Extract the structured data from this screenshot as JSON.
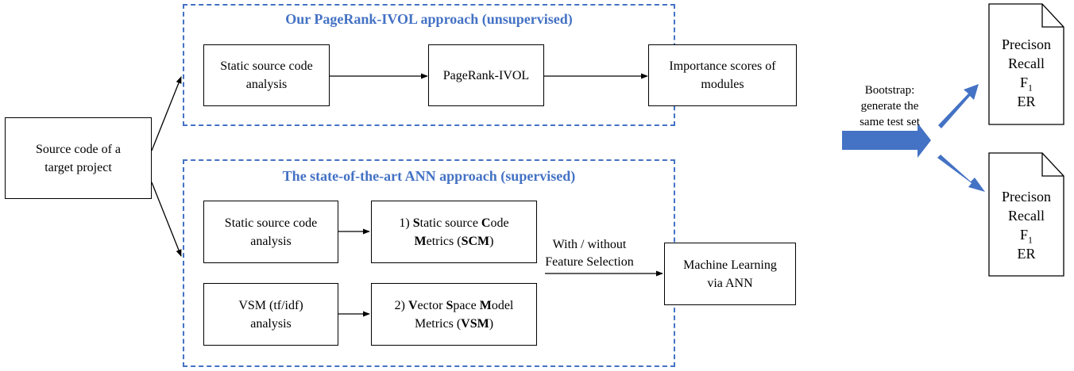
{
  "source_box": {
    "line1": "Source code of a",
    "line2": "target project"
  },
  "top_group": {
    "title": "Our PageRank-IVOL approach (unsupervised)",
    "boxes": {
      "analysis": {
        "line1": "Static source code",
        "line2": "analysis"
      },
      "pagerank": {
        "text": "PageRank-IVOL"
      },
      "importance": {
        "line1": "Importance scores of",
        "line2": "modules"
      }
    }
  },
  "bottom_group": {
    "title": "The state-of-the-art ANN approach (supervised)",
    "boxes": {
      "static_analysis": {
        "line1": "Static source code",
        "line2": "analysis"
      },
      "vsm_analysis": {
        "line1": "VSM (tf/idf)",
        "line2": "analysis"
      },
      "scm": {
        "num": "1) ",
        "w1_bold": "S",
        "w1_rest": "tatic source ",
        "w2_bold": "C",
        "w2_rest": "ode",
        "w3_bold": "M",
        "w3_rest": "etrics (",
        "abbr": "SCM",
        "close": ")"
      },
      "vsm": {
        "num": "2) ",
        "w1_bold": "V",
        "w1_rest": "ector ",
        "w2_bold": "S",
        "w2_rest": "pace ",
        "w3_bold": "M",
        "w3_rest": "odel",
        "line2_pre": "Metrics (",
        "abbr": "VSM",
        "close": ")"
      },
      "ml": {
        "line1": "Machine Learning",
        "line2": "via ANN"
      }
    },
    "feature_label": {
      "line1": "With / without",
      "line2": "Feature Selection"
    }
  },
  "bootstrap_label": {
    "line1": "Bootstrap:",
    "line2": "generate the",
    "line3": "same test set"
  },
  "result_docs": [
    {
      "precision": "Precison",
      "recall": "Recall",
      "f_letter": "F",
      "f_sub": "1",
      "er": "ER"
    },
    {
      "precision": "Precison",
      "recall": "Recall",
      "f_letter": "F",
      "f_sub": "1",
      "er": "ER"
    }
  ],
  "colors": {
    "accent": "#4472c4",
    "stroke": "#000000"
  }
}
